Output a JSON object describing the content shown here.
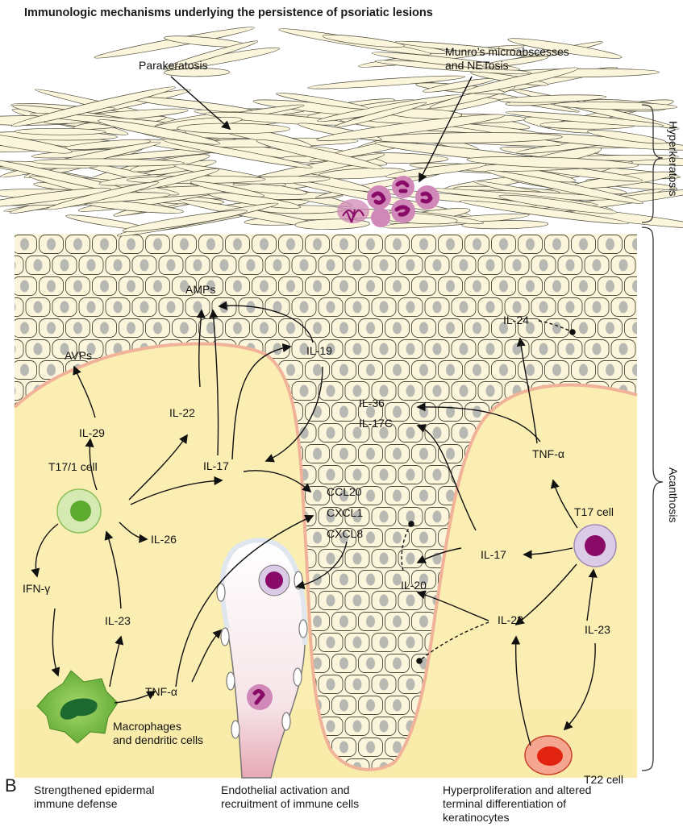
{
  "title": "Immunologic mechanisms underlying the persistence of psoriatic lesions",
  "panel_letter": "B",
  "top_labels": {
    "parakeratosis": "Parakeratosis",
    "munro_line1": "Munro’s microabscesses",
    "munro_line2": "and NETosis"
  },
  "side_labels": {
    "hyperkeratosis": "Hyperkeratosis",
    "acanthosis": "Acanthosis"
  },
  "mediators": {
    "amps": "AMPs",
    "avps": "AVPs",
    "il19": "IL-19",
    "il24": "IL-24",
    "il36": "IL-36",
    "il17c": "IL-17C",
    "il22_left": "IL-22",
    "il29": "IL-29",
    "il17_left": "IL-17",
    "il26": "IL-26",
    "ccl20": "CCL20",
    "cxcl1": "CXCL1",
    "cxcl8": "CXCL8",
    "il17_right": "IL-17",
    "il20": "IL-20",
    "tnf_right": "TNF-α",
    "ifn": "IFN-γ",
    "il23_left": "IL-23",
    "tnf_left": "TNF-α",
    "il22_right": "IL-22",
    "il23_right": "IL-23"
  },
  "cells": {
    "t17_1": "T17/1 cell",
    "t17": "T17 cell",
    "t22": "T22 cell",
    "macro_line1": "Macrophages",
    "macro_line2": "and dendritic cells"
  },
  "captions": {
    "left_line1": "Strengthened epidermal",
    "left_line2": "immune defense",
    "mid_line1": "Endothelial activation and",
    "mid_line2": "recruitment of immune cells",
    "right_line1": "Hyperproliferation and altered",
    "right_line2": "terminal differentiation of",
    "right_line3": "keratinocytes"
  },
  "colors": {
    "dermis": "#fbeeb2",
    "keratinocyte": "#fbf5dc",
    "cell_outline": "#4a4a3a",
    "nucleus": "#b9b9b4",
    "basement": "#f0b39a",
    "t17_1_cell": "#d5eab2",
    "t17_1_nucleus": "#5caa2e",
    "t17_cell": "#dccbe6",
    "t17_nucleus": "#8a0a67",
    "t22_cell": "#f4a690",
    "t22_nucleus": "#e2230f",
    "macrophage": "#7bc043",
    "macrophage_nucleus": "#1c6a2f",
    "neutrophil": "#cf88b7",
    "neutrophil_nucleus": "#8a0a67"
  }
}
